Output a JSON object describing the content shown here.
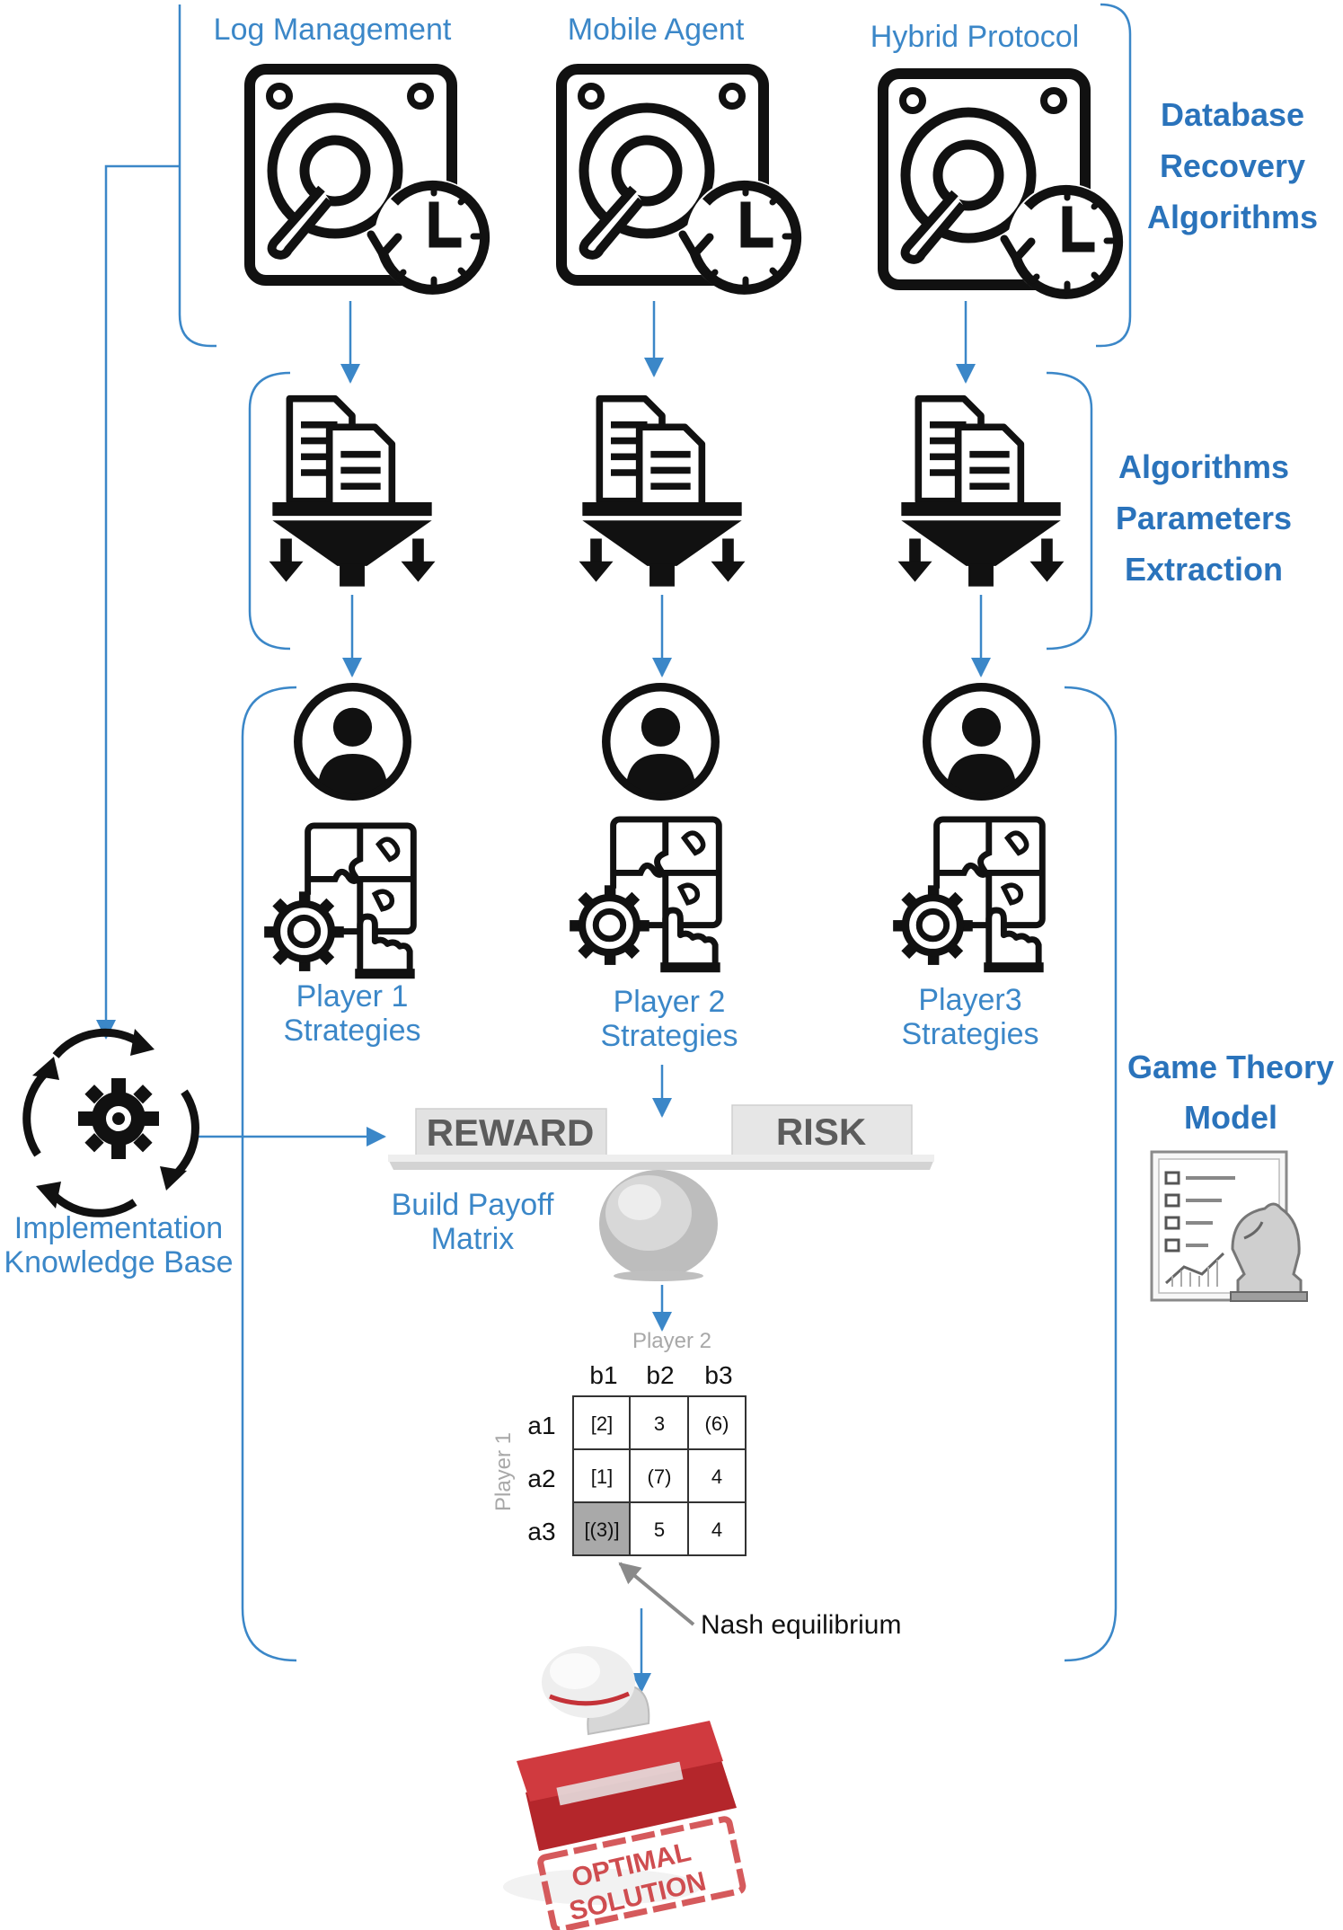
{
  "algorithms": [
    {
      "name": "Log Management"
    },
    {
      "name": "Mobile Agent"
    },
    {
      "name": "Hybrid Protocol"
    }
  ],
  "section_labels": {
    "database_recovery": [
      "Database",
      "Recovery",
      "Algorithms"
    ],
    "parameters_extraction": [
      "Algorithms",
      "Parameters",
      "Extraction"
    ],
    "game_theory": [
      "Game Theory",
      "Model"
    ]
  },
  "players": [
    {
      "line1": "Player 1",
      "line2": "Strategies"
    },
    {
      "line1": "Player 2",
      "line2": "Strategies"
    },
    {
      "line1": "Player3",
      "line2": "Strategies"
    }
  ],
  "knowledge_base": {
    "line1": "Implementation",
    "line2": "Knowledge Base"
  },
  "balance": {
    "reward": "REWARD",
    "risk": "RISK"
  },
  "payoff_label": {
    "line1": "Build Payoff",
    "line2": "Matrix"
  },
  "payoff_matrix": {
    "col_player": "Player 2",
    "row_player": "Player 1",
    "columns": [
      "b1",
      "b2",
      "b3"
    ],
    "rows": [
      {
        "label": "a1",
        "cells": [
          "[2]",
          "3",
          "(6)"
        ]
      },
      {
        "label": "a2",
        "cells": [
          "[1]",
          "(7)",
          "4"
        ]
      },
      {
        "label": "a3",
        "cells": [
          "[(3)]",
          "5",
          "4"
        ]
      }
    ],
    "highlight": "a3-b1"
  },
  "nash_label": "Nash equilibrium",
  "stamp": {
    "line1": "OPTIMAL",
    "line2": "SOLUTION"
  },
  "colors": {
    "accent": "#3b87c8",
    "label_bold": "#2a73bb",
    "stamp_red": "#c8383c"
  }
}
